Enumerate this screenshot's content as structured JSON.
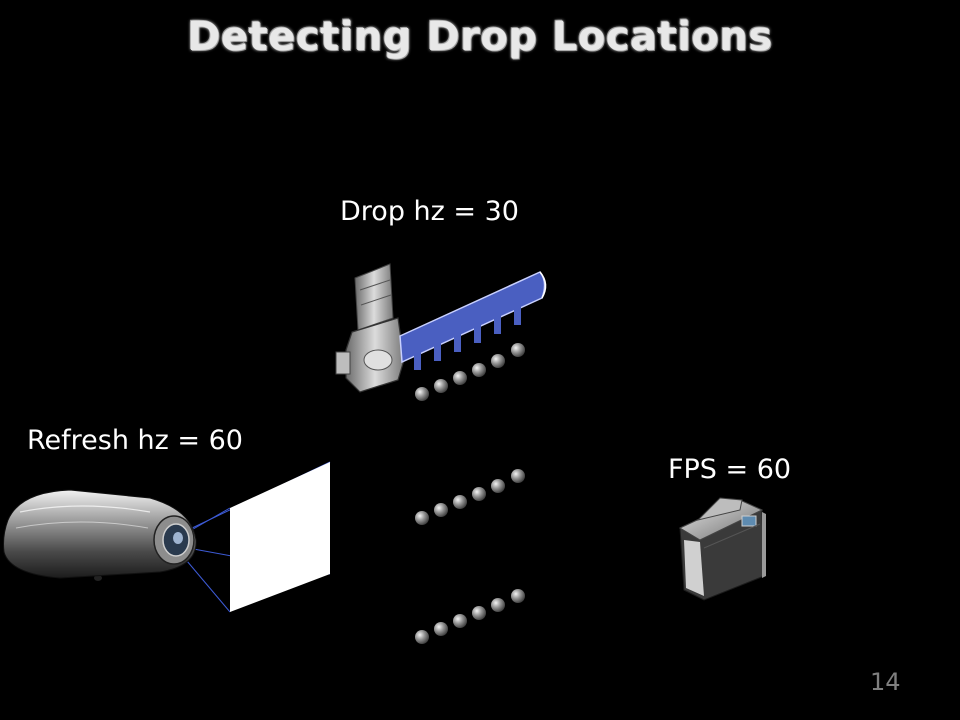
{
  "slide": {
    "title": "Detecting Drop Locations",
    "page_number": "14"
  },
  "labels": {
    "drop_rate": "Drop hz = 30",
    "refresh_rate": "Refresh hz = 60",
    "fps": "FPS = 60"
  },
  "colors": {
    "background": "#000000",
    "manifold": "#4a5fc1",
    "projection_lines": "#3d5bd6",
    "screen": "#ffffff",
    "page_number": "#7f7f7f"
  },
  "icons": [
    "valve-icon",
    "projector-icon",
    "camera-icon"
  ]
}
